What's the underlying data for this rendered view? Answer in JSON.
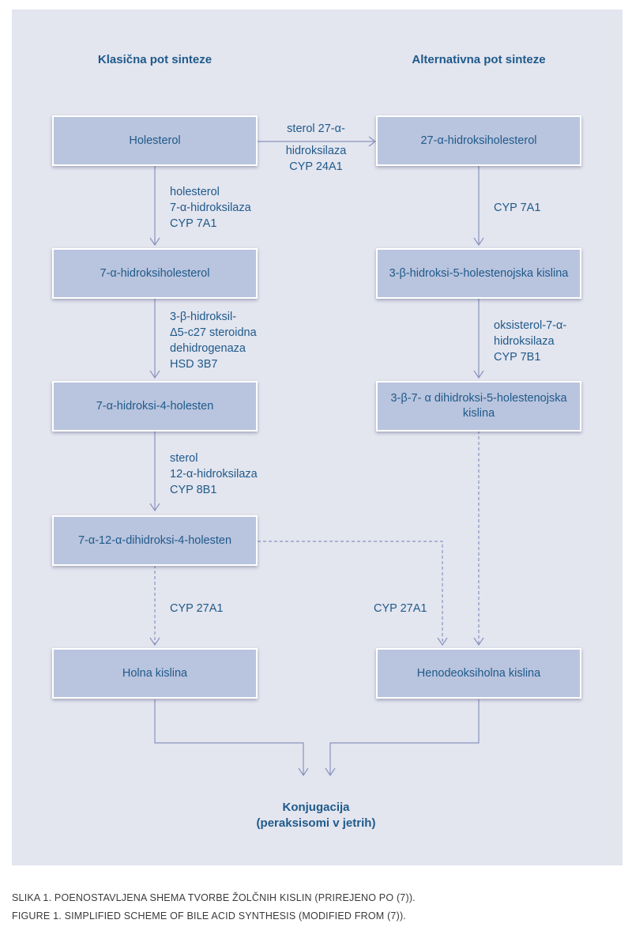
{
  "headings": {
    "classic": "Klasična pot sinteze",
    "alternative": "Alternativna pot sinteze"
  },
  "nodes": {
    "holesterol": "Holesterol",
    "hydroxycholesterol_27": "27-α-hidroksiholesterol",
    "hydroxycholesterol_7": "7-α-hidroksiholesterol",
    "hydroxy_cholestenoic_acid": "3-β-hidroksi-5-holestenojska kislina",
    "hydroxy_4_cholesten": "7-α-hidroksi-4-holesten",
    "dihydroxy_cholestenoic_acid": "3-β-7- α dihidroksi-5-holestenojska kislina",
    "dihydroxy_4_cholesten": "7-α-12-α-dihidroksi-4-holesten",
    "cholic_acid": "Holna kislina",
    "chenodeoxycholic_acid": "Henodeoksiholna kislina"
  },
  "enzymes": {
    "sterol_27": [
      "sterol 27-α-",
      "hidroksilaza",
      "CYP 24A1"
    ],
    "cyp7a1_classic": [
      "holesterol",
      "7-α-hidroksilaza",
      "CYP 7A1"
    ],
    "cyp7a1_alt": [
      "CYP 7A1"
    ],
    "hsd3b7": [
      "3-β-hidroksil-",
      "Δ5-c27 steroidna",
      "dehidrogenaza",
      "HSD 3B7"
    ],
    "cyp7b1": [
      "oksisterol-7-α-",
      "hidroksilaza",
      "CYP 7B1"
    ],
    "cyp8b1": [
      "sterol",
      "12-α-hidroksilaza",
      "CYP 8B1"
    ],
    "cyp27a1_left": [
      "CYP 27A1"
    ],
    "cyp27a1_right": [
      "CYP 27A1"
    ]
  },
  "final": [
    "Konjugacija",
    "(peraksisomi v jetrih)"
  ],
  "captions": {
    "slovene": "SLIKA 1. POENOSTAVLJENA SHEMA TVORBE ŽOLČNIH KISLIN (PRIREJENO PO (7)).",
    "english": "FIGURE 1. SIMPLIFIED SCHEME OF BILE ACID SYNTHESIS (MODIFIED FROM (7))."
  },
  "colors": {
    "panel_background": "#e3e5ef",
    "node_fill": "#b9c4de",
    "text": "#1f5a8a",
    "connector": "#8a94bd"
  }
}
